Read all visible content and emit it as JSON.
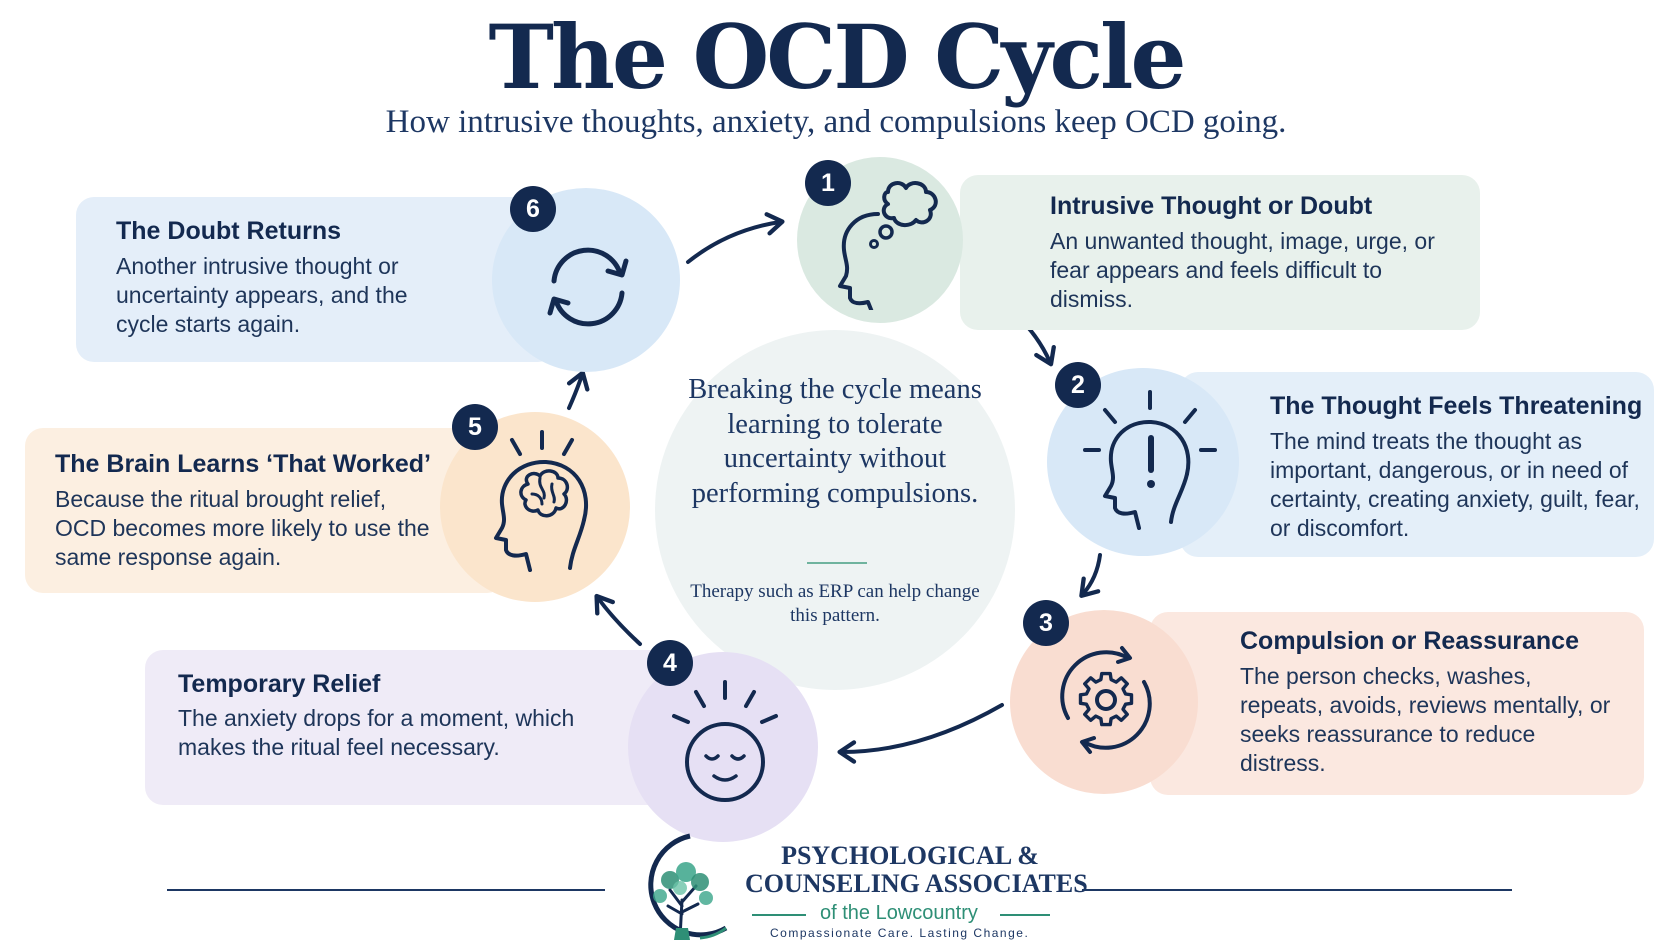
{
  "title": "The OCD Cycle",
  "subtitle": "How intrusive thoughts, anxiety, and compulsions keep OCD going.",
  "steps": [
    {
      "number": "1",
      "title": "Intrusive Thought or Doubt",
      "body": "An unwanted thought, image, urge, or fear appears and feels difficult to dismiss.",
      "icon": "head-thought-bubble-icon",
      "color": "#e8f1ec"
    },
    {
      "number": "2",
      "title": "The Thought Feels Threatening",
      "body": "The mind treats the thought as important, dangerous, or in need of certainty, creating anxiety, guilt, fear, or discomfort.",
      "icon": "head-exclamation-icon",
      "color": "#e4eff9"
    },
    {
      "number": "3",
      "title": "Compulsion or Reassurance",
      "body": "The person checks, washes, repeats, avoids, reviews mentally, or seeks reassurance to reduce distress.",
      "icon": "gear-cycle-icon",
      "color": "#fbe8e0"
    },
    {
      "number": "4",
      "title": "Temporary Relief",
      "body": "The anxiety drops for a moment, which makes the ritual feel necessary.",
      "icon": "calm-face-icon",
      "color": "#efebf7"
    },
    {
      "number": "5",
      "title": "The Brain Learns ‘That Worked’",
      "body": "Because the ritual brought relief, OCD becomes more likely to use the same response again.",
      "icon": "head-brain-icon",
      "color": "#fcefe1"
    },
    {
      "number": "6",
      "title": "The Doubt Returns",
      "body": "Another intrusive thought or uncertainty appears, and the cycle starts again.",
      "icon": "repeat-arrows-icon",
      "color": "#e4eef9"
    }
  ],
  "center": {
    "main": "Breaking the cycle means learning to tolerate uncertainty without performing compulsions.",
    "note": "Therapy such as ERP can help change this pattern."
  },
  "footer": {
    "org_line1": "PSYCHOLOGICAL &",
    "org_line2": "COUNSELING ASSOCIATES",
    "org_line3": "of the Lowcountry",
    "tagline": "Compassionate Care.  Lasting Change.",
    "logo": "tree-logo-icon"
  },
  "colors": {
    "navy": "#13294f",
    "teal": "#2e8f76"
  }
}
